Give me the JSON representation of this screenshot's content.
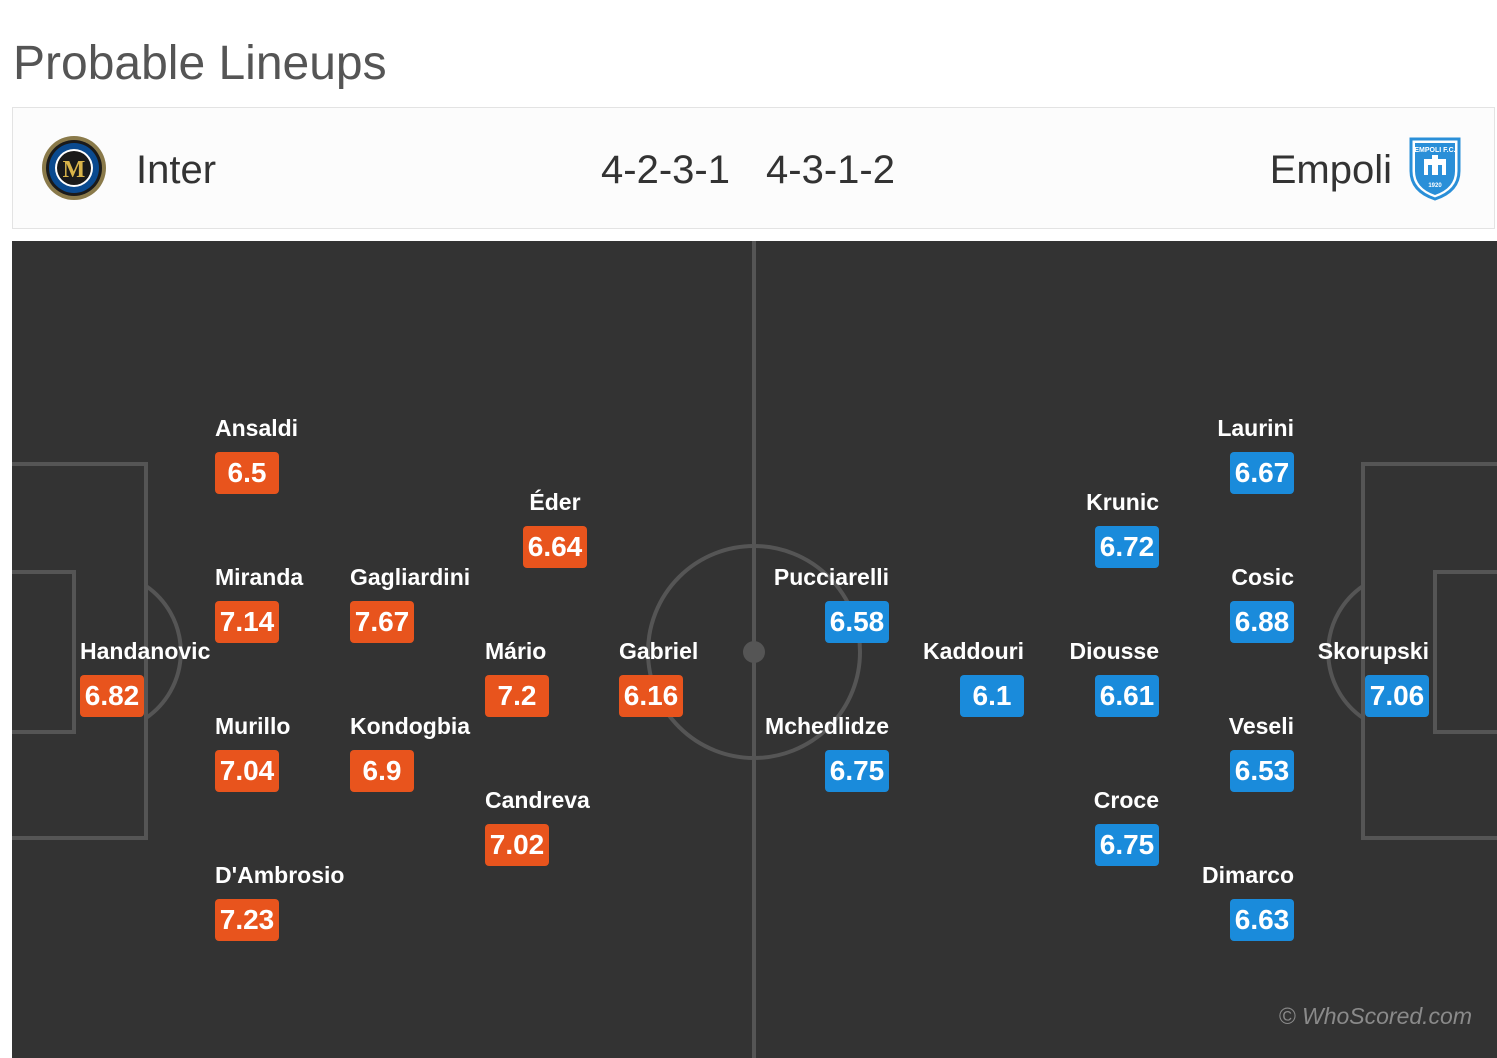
{
  "page": {
    "title": "Probable Lineups"
  },
  "home": {
    "name": "Inter",
    "formation": "4-2-3-1",
    "color": "#e8541d",
    "crest_icon": "inter-crest-icon",
    "players": [
      {
        "name": "Handanovic",
        "rating": "6.82"
      },
      {
        "name": "Ansaldi",
        "rating": "6.5"
      },
      {
        "name": "Miranda",
        "rating": "7.14"
      },
      {
        "name": "Murillo",
        "rating": "7.04"
      },
      {
        "name": "D'Ambrosio",
        "rating": "7.23"
      },
      {
        "name": "Gagliardini",
        "rating": "7.67"
      },
      {
        "name": "Kondogbia",
        "rating": "6.9"
      },
      {
        "name": "Éder",
        "rating": "6.64"
      },
      {
        "name": "Mário",
        "rating": "7.2"
      },
      {
        "name": "Candreva",
        "rating": "7.02"
      },
      {
        "name": "Gabriel",
        "rating": "6.16"
      }
    ]
  },
  "away": {
    "name": "Empoli",
    "formation": "4-3-1-2",
    "color": "#1a8bdb",
    "crest_icon": "empoli-crest-icon",
    "crest_text": "EMPOLI F.C.",
    "crest_year": "1920",
    "players": [
      {
        "name": "Skorupski",
        "rating": "7.06"
      },
      {
        "name": "Laurini",
        "rating": "6.67"
      },
      {
        "name": "Cosic",
        "rating": "6.88"
      },
      {
        "name": "Veseli",
        "rating": "6.53"
      },
      {
        "name": "Dimarco",
        "rating": "6.63"
      },
      {
        "name": "Krunic",
        "rating": "6.72"
      },
      {
        "name": "Diousse",
        "rating": "6.61"
      },
      {
        "name": "Croce",
        "rating": "6.75"
      },
      {
        "name": "Kaddouri",
        "rating": "6.1"
      },
      {
        "name": "Pucciarelli",
        "rating": "6.58"
      },
      {
        "name": "Mchedlidze",
        "rating": "6.75"
      }
    ]
  },
  "watermark": "© WhoScored.com"
}
